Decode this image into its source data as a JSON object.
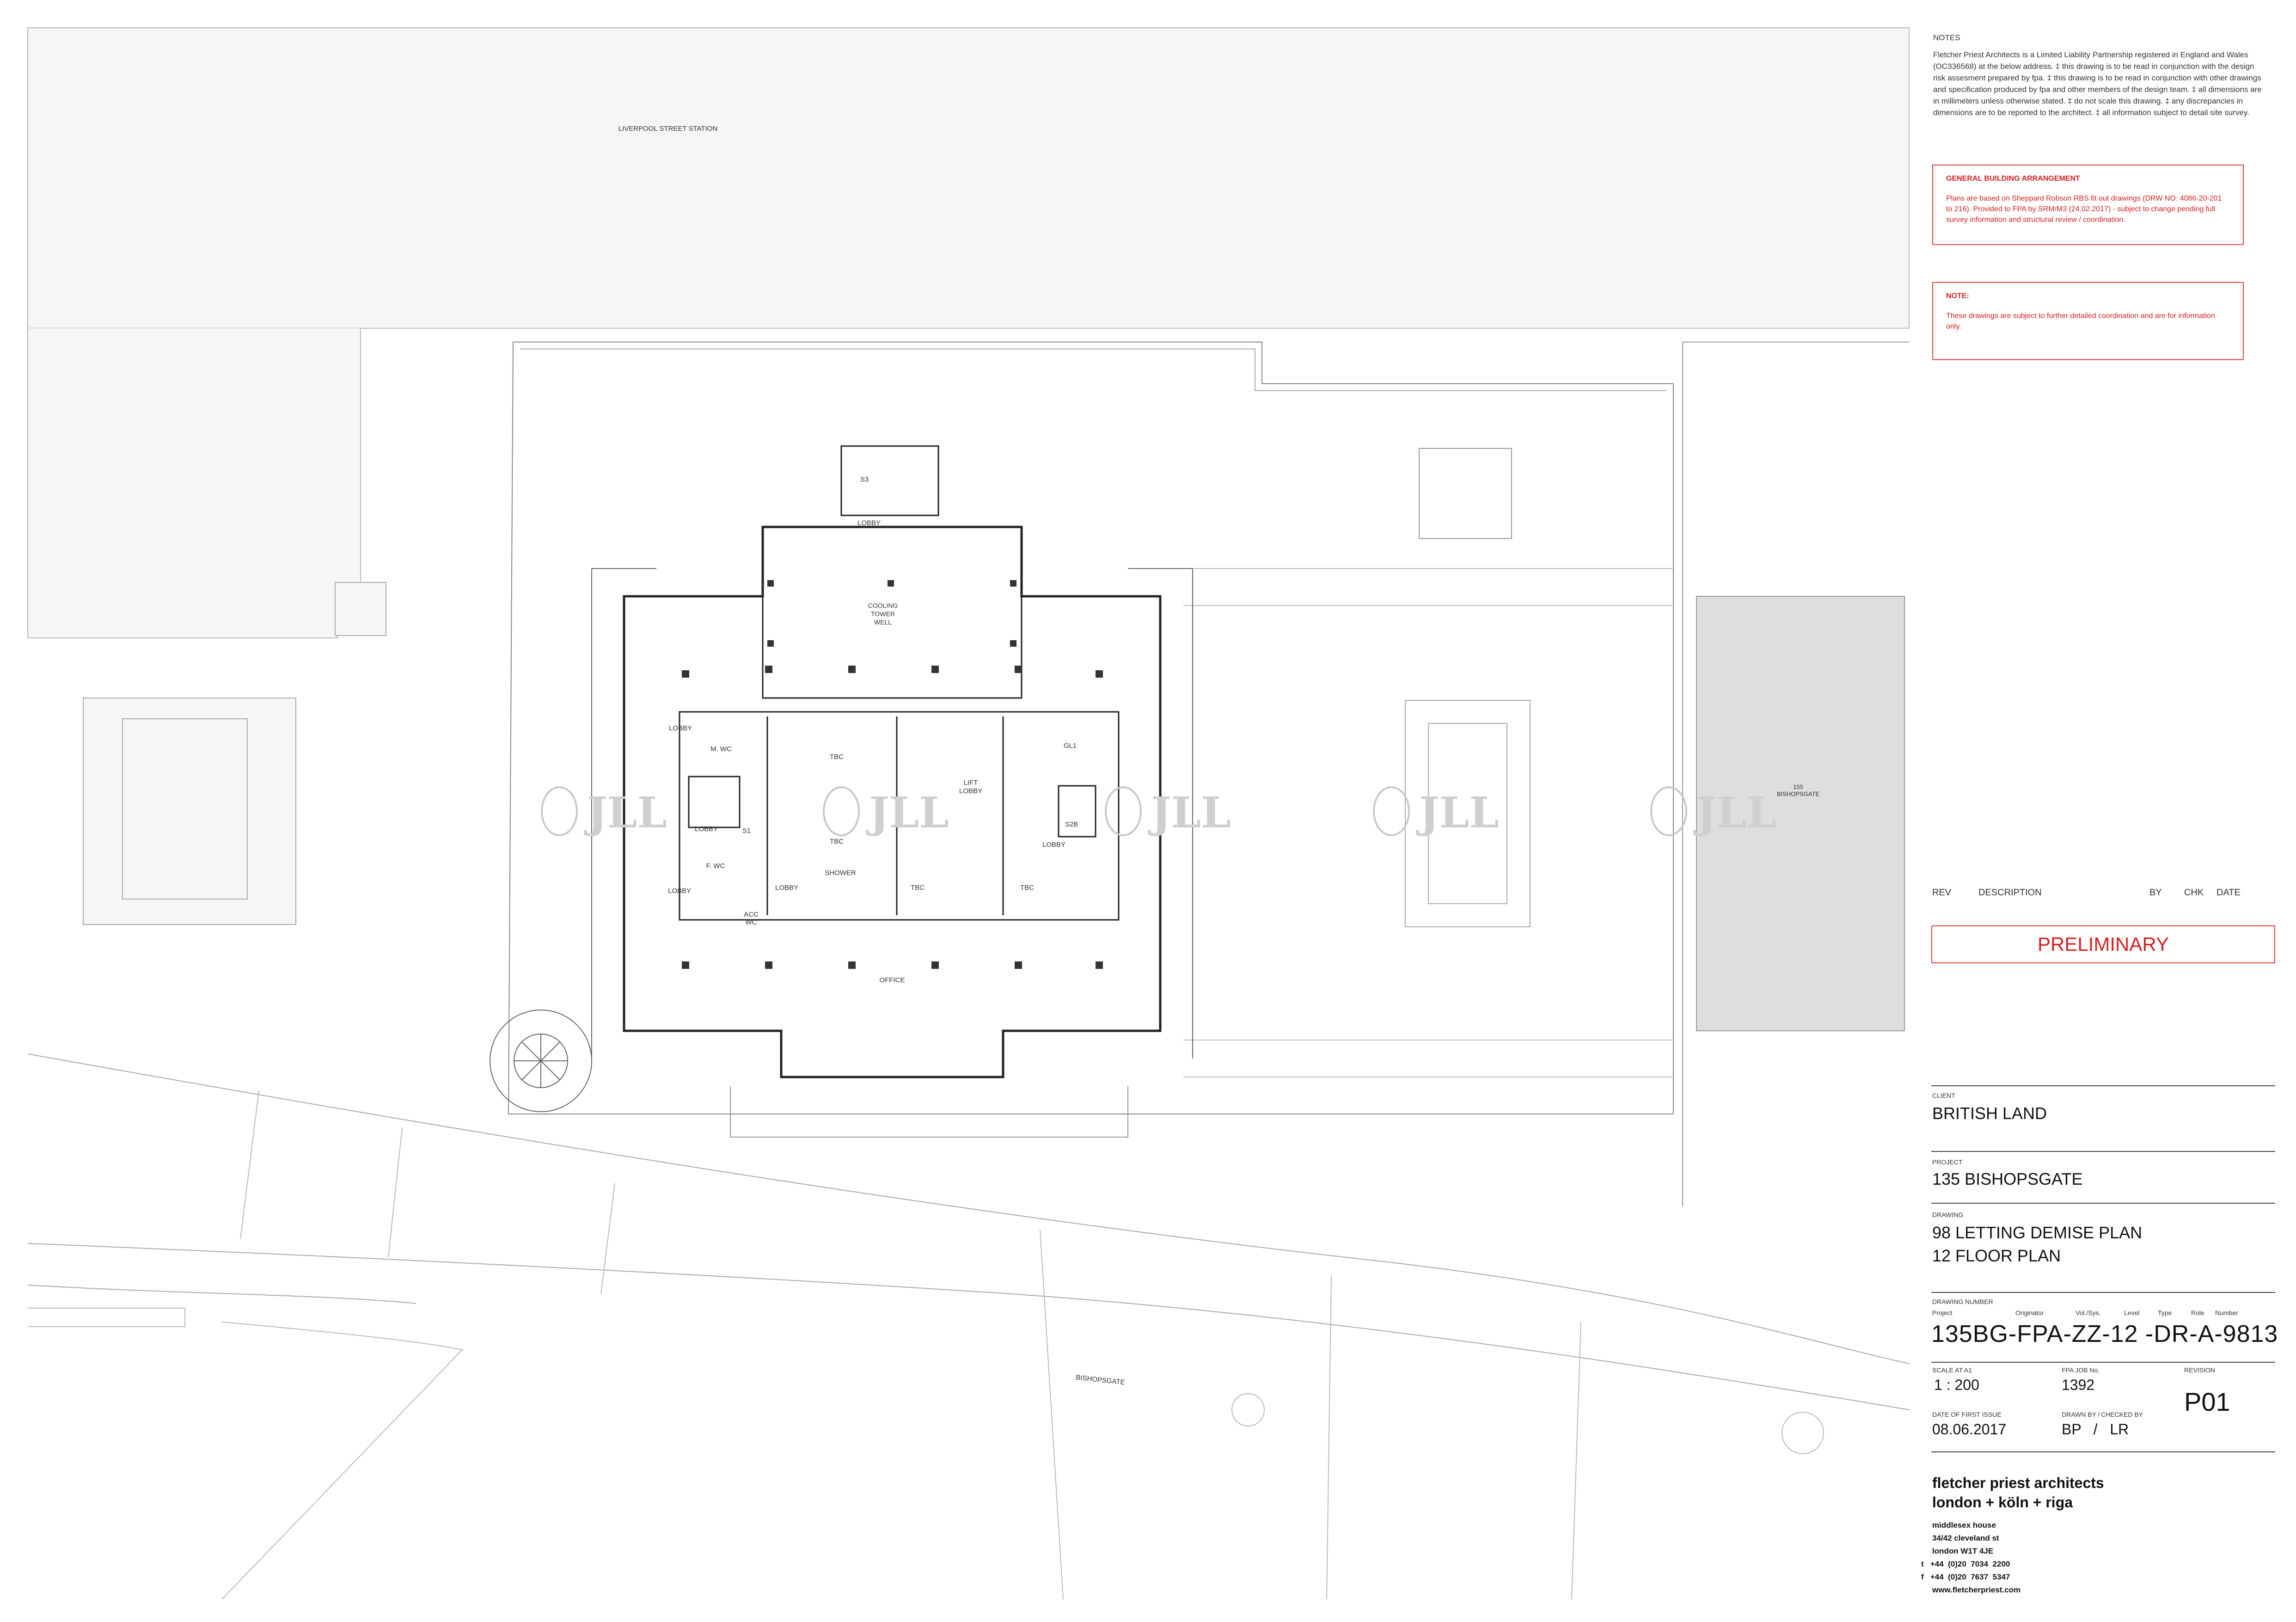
{
  "plan": {
    "labels": {
      "liverpool_street_station": "LIVERPOOL STREET STATION",
      "bishopsgate_street": "BISHOPSGATE",
      "bishopsgate_155": "155\nBISHOPSGATE",
      "cooling_tower": "COOLING\nTOWER\nWELL",
      "lift_lobby": "LIFT\nLOBBY",
      "office": "OFFICE",
      "s3": "S3",
      "lobby": "LOBBY",
      "m_wc": "M. WC",
      "f_wc": "F. WC",
      "s1": "S1",
      "acc_wc": "ACC\nWC",
      "shower": "SHOWER",
      "tbc": "TBC",
      "gl1": "GL1",
      "s2b": "S2B"
    },
    "watermark": "JLL"
  },
  "notes": {
    "title": "NOTES",
    "body": "Fletcher Priest Architects is a Limited Liability Partnership registered in England and Wales (OC336568) at the below address. ‡ this drawing is to be read in conjunction with the design risk assesment prepared by fpa. ‡ this drawing is to be read in conjunction with other drawings and specification produced by fpa and other members of the design team. ‡ all dimensions are in millimeters unless otherwise stated. ‡ do not scale this drawing. ‡ any discrepancies in dimensions are to be reported to the architect. ‡ all information subject to detail site survey."
  },
  "general_arrangement": {
    "title": "GENERAL BUILDING ARRANGEMENT",
    "body": "Plans are based on Sheppard Robson RBS fit out drawings (DRW NO: 4086-20-201 to 216). Provided to FPA by SRM/M3 (24.02.2017)  - subject to change pending full survey information and structural review / coordination."
  },
  "note_box": {
    "title": "NOTE:",
    "body": "These drawings are subject to further detailed coordination and are for information only."
  },
  "revision_header": {
    "rev": "REV",
    "description": "DESCRIPTION",
    "by": "BY",
    "chk": "CHK",
    "date": "DATE"
  },
  "status": "PRELIMINARY",
  "client": {
    "label": "CLIENT",
    "value": "BRITISH LAND"
  },
  "project": {
    "label": "PROJECT",
    "value": "135 BISHOPSGATE"
  },
  "drawing": {
    "label": "DRAWING",
    "line1": "98 LETTING DEMISE PLAN",
    "line2": "12 FLOOR PLAN"
  },
  "drawing_number": {
    "label": "DRAWING NUMBER",
    "fields": {
      "project": "Project",
      "originator": "Originator",
      "vol": "Vol./Sys.",
      "level": "Level",
      "type": "Type",
      "role": "Role",
      "number": "Number"
    },
    "code": "135BG-FPA-ZZ-12 -DR-A-9813"
  },
  "scale": {
    "label": "SCALE AT A1",
    "value": "1 : 200"
  },
  "job": {
    "label": "FPA JOB No.",
    "value": "1392"
  },
  "revision": {
    "label": "REVISION",
    "value": "P01"
  },
  "first_issue": {
    "label": "DATE OF FIRST ISSUE",
    "value": "08.06.2017"
  },
  "drawn": {
    "label": "DRAWN BY /",
    "checked_label": "CHECKED BY",
    "value": "BP   /   LR"
  },
  "firm": {
    "line1": "fletcher priest architects",
    "line2": "london + köln + riga",
    "address": [
      "middlesex house",
      "34/42 cleveland st",
      "london W1T 4JE"
    ],
    "tel": "t   +44  (0)20  7034  2200",
    "fax": "f   +44  (0)20  7637  5347",
    "web": "www.fletcherpriest.com"
  }
}
